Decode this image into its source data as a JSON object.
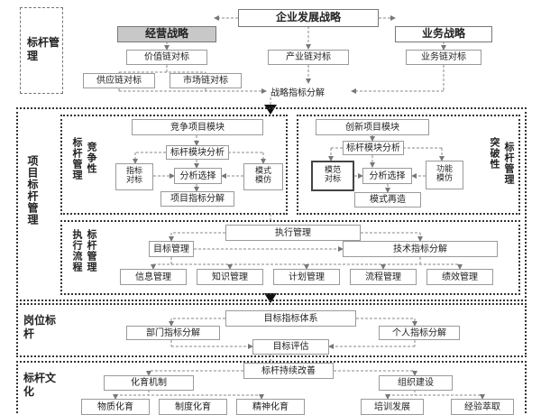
{
  "top": {
    "label": "标杆管理",
    "enterprise_strategy": "企业发展战略",
    "business_strategy": "经营战略",
    "operations_strategy": "业务战略",
    "value_chain": "价值链对标",
    "industry_chain": "产业链对标",
    "service_chain": "业务链对标",
    "supply_chain": "供应链对标",
    "market_chain": "市场链对标",
    "decomposition": "战略指标分解"
  },
  "project": {
    "label": "项目标杆管理",
    "competitive": {
      "side_label_a": "标杆管理",
      "side_label_b": "竞争性",
      "module": "竞争项目模块",
      "analysis": "标杆模块分析",
      "indicator": "指标对标",
      "selection": "分析选择",
      "pattern": "模式模仿",
      "decomposition": "项目指标分解"
    },
    "innovative": {
      "side_label_a": "突破性",
      "side_label_b": "标杆管理",
      "module": "创新项目模块",
      "analysis": "标杆模块分析",
      "model": "模范对标",
      "selection": "分析选择",
      "function": "功能模仿",
      "recreate": "模式再造"
    },
    "execution": {
      "side_label_a": "执行流程",
      "side_label_b": "标杆管理",
      "title": "执行管理",
      "goal_mgmt": "目标管理",
      "tech_decomp": "技术指标分解",
      "items": [
        "信息管理",
        "知识管理",
        "计划管理",
        "流程管理",
        "绩效管理"
      ]
    }
  },
  "post": {
    "label": "岗位标杆",
    "system": "目标指标体系",
    "dept": "部门指标分解",
    "person": "个人指标分解",
    "eval": "目标评估"
  },
  "culture": {
    "label": "标杆文化",
    "improve": "标杆持续改善",
    "cultivate": "化育机制",
    "org": "组织建设",
    "items_left": [
      "物质化育",
      "制度化育",
      "精神化育"
    ],
    "items_right": [
      "培训发展",
      "经验萃取"
    ]
  }
}
